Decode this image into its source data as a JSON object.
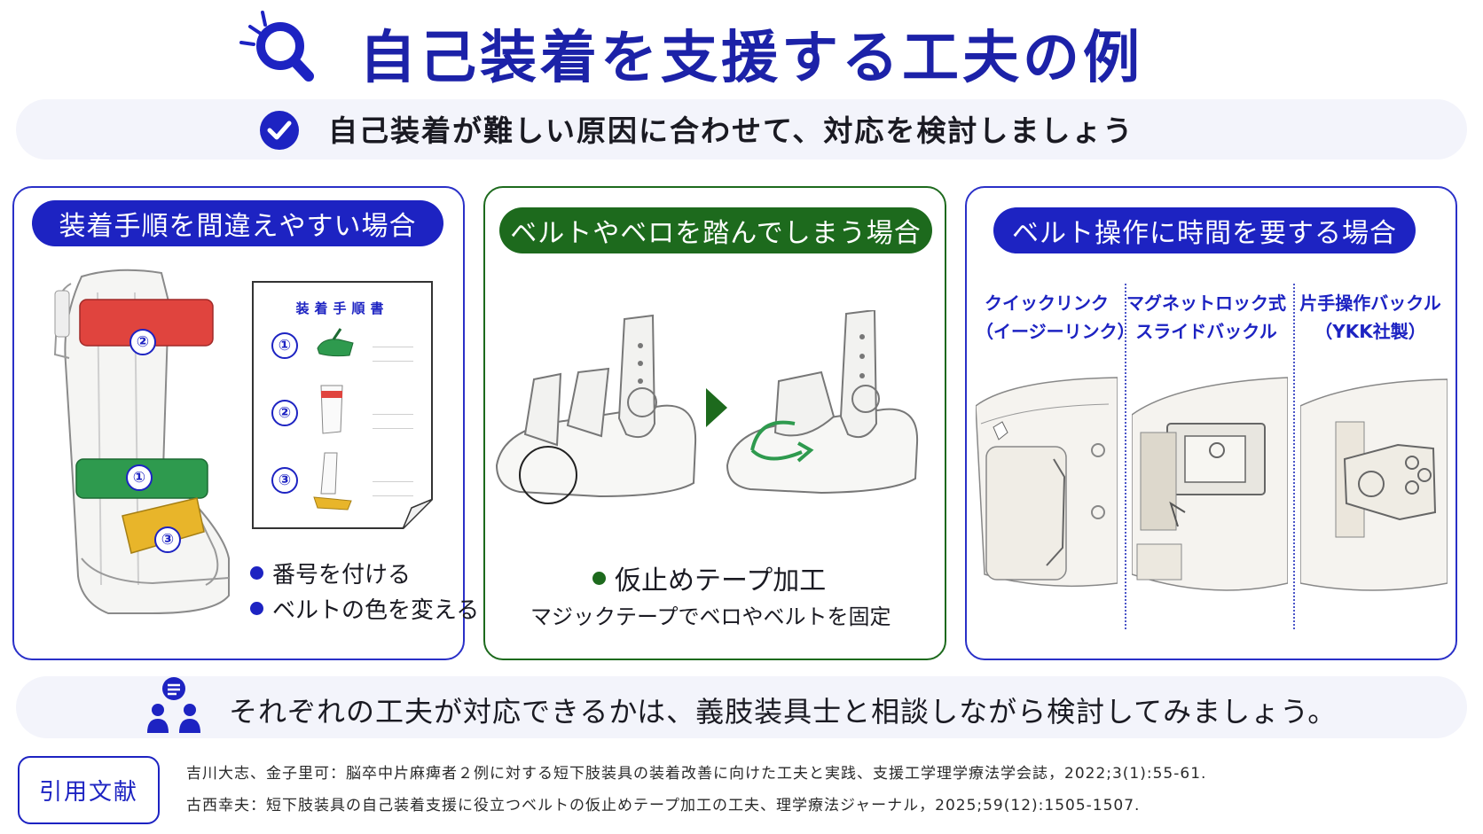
{
  "header": {
    "title": "自己装着を支援する工夫の例",
    "subtitle": "自己装着が難しい原因に合わせて、対応を検討しましょう"
  },
  "panels": [
    {
      "heading": "装着手順を間違えやすい場合",
      "sheet_title": "装着手順書",
      "steps": [
        "①",
        "②",
        "③"
      ],
      "brace_badges": [
        "②",
        "①",
        "③"
      ],
      "bullets": [
        "番号を付ける",
        "ベルトの色を変える"
      ]
    },
    {
      "heading": "ベルトやベロを踏んでしまう場合",
      "bullet": "仮止めテープ加工",
      "note": "マジックテープでベロやベルトを固定"
    },
    {
      "heading": "ベルト操作に時間を要する場合",
      "columns": [
        {
          "line1": "クイックリンク",
          "line2": "（イージーリンク）"
        },
        {
          "line1": "マグネットロック式",
          "line2": "スライドバックル"
        },
        {
          "line1": "片手操作バックル",
          "line2": "（YKK社製）"
        }
      ]
    }
  ],
  "footer_message": "それぞれの工夫が対応できるかは、義肢装具士と相談しながら検討してみましょう。",
  "references": {
    "label": "引用文献",
    "items": [
      "吉川大志、金子里可：脳卒中片麻痺者２例に対する短下肢装具の装着改善に向けた工夫と実践、支援工学理学療法学会誌，2022;3(1):55-61.",
      "古西幸夫：短下肢装具の自己装着支援に役立つベルトの仮止めテープ加工の工夫、理学療法ジャーナル，2025;59(12):1505-1507."
    ]
  },
  "colors": {
    "primary_blue": "#1d23c2",
    "green": "#1d6a1d",
    "band_bg": "#f3f4fb",
    "belt_red": "#e0443e",
    "belt_green": "#2e9a4e",
    "belt_yellow": "#e8b52a"
  },
  "icons": [
    "magnifier-icon",
    "check-circle-icon",
    "people-chat-icon",
    "arrow-right-icon"
  ]
}
